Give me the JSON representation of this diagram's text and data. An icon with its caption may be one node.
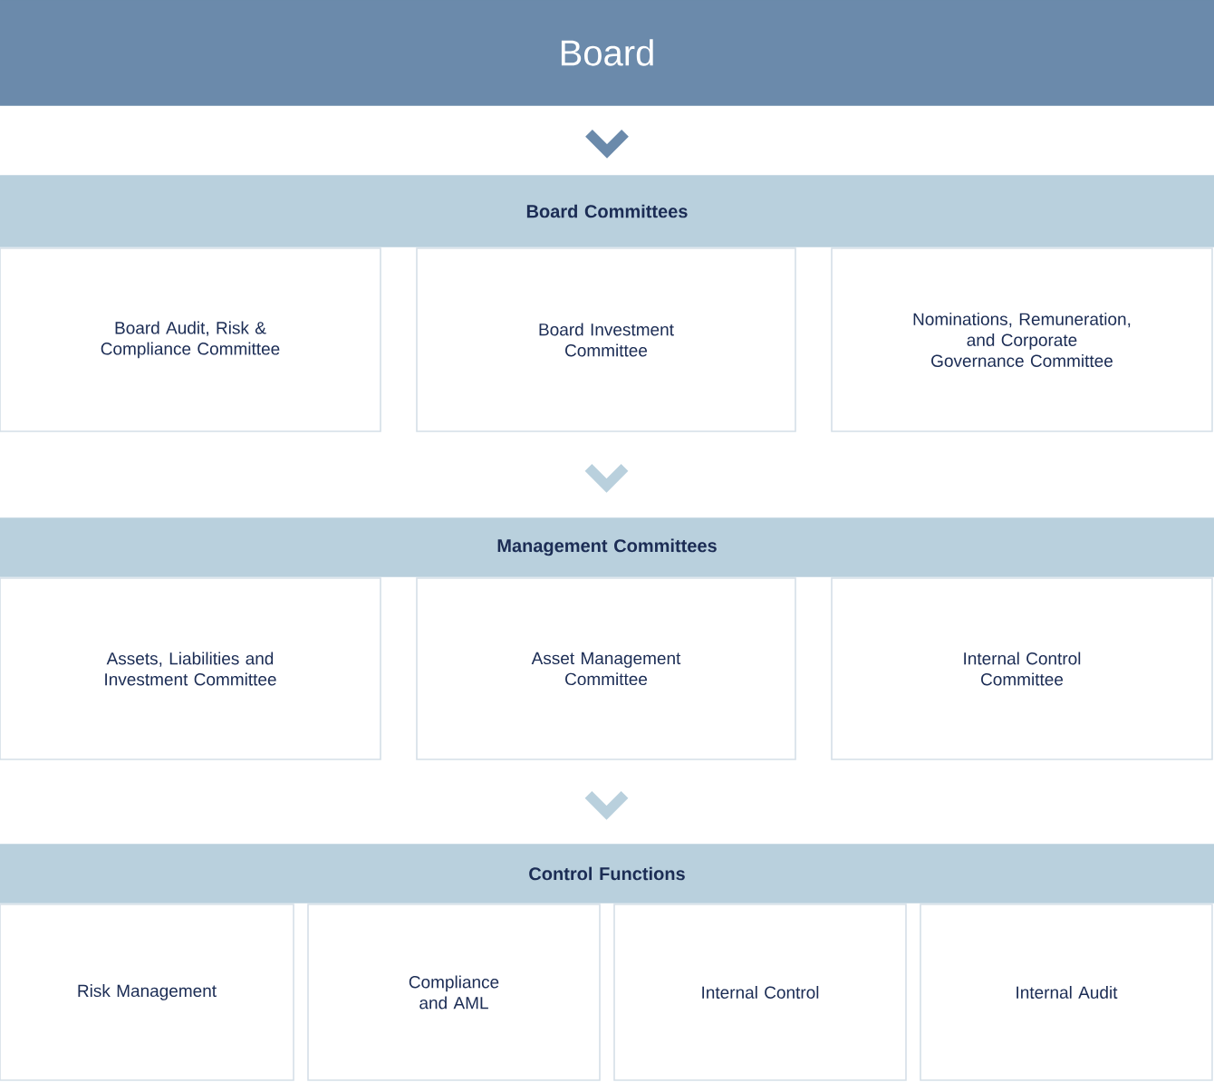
{
  "diagram": {
    "nodes": [
      {
        "text": [
          "Board"
        ]
      },
      {
        "text": [
          "Board Committees"
        ]
      },
      {
        "text": [
          "Board Audit, Risk & Compliance Committee"
        ]
      },
      {
        "text": [
          "Board Investment Committee"
        ]
      },
      {
        "text": [
          "Nominations, Remuneration, and Corporate Governance Committee"
        ]
      },
      {
        "text": [
          "Management Committees"
        ]
      },
      {
        "text": [
          "Assets, Liabilities and Investment Committee"
        ]
      },
      {
        "text": [
          "Asset Management Committee"
        ]
      },
      {
        "text": [
          "Internal Control Committee"
        ]
      },
      {
        "text": [
          "Control Functions"
        ]
      },
      {
        "text": [
          "Risk Management"
        ]
      },
      {
        "text": [
          "Compliance and AML"
        ]
      },
      {
        "text": [
          "Internal Control"
        ]
      },
      {
        "text": [
          "Internal Audit"
        ]
      }
    ],
    "edges": [
      {
        "from": 0,
        "to": 1,
        "arrow": "to",
        "color": "#6b8aab"
      },
      {
        "from": 3,
        "to": 5,
        "arrow": "to"
      },
      {
        "from": 7,
        "to": 9,
        "arrow": "to"
      }
    ]
  }
}
